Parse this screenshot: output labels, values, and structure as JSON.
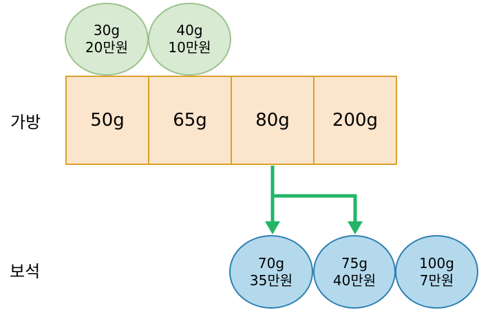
{
  "row_labels": {
    "bags": "가방",
    "jewels": "보석"
  },
  "top_items": [
    {
      "weight": "30g",
      "value": "20만원"
    },
    {
      "weight": "40g",
      "value": "10만원"
    }
  ],
  "bags": [
    {
      "capacity": "50g"
    },
    {
      "capacity": "65g"
    },
    {
      "capacity": "80g"
    },
    {
      "capacity": "200g"
    }
  ],
  "jewels": [
    {
      "weight": "70g",
      "value": "35만원"
    },
    {
      "weight": "75g",
      "value": "40만원"
    },
    {
      "weight": "100g",
      "value": "7만원"
    }
  ],
  "connections": {
    "from_bag": "80g",
    "to_jewels": [
      "70g",
      "75g"
    ]
  },
  "colors": {
    "background": "#FFFFFF",
    "top_item_fill": "#D9EAD3",
    "top_item_border": "#9CC38A",
    "bag_fill": "#FCE5CD",
    "bag_border": "#D9A02B",
    "jewel_fill": "#B4D9ED",
    "jewel_border": "#2D7FB0",
    "arrow": "#22B566",
    "text": "#000000"
  }
}
